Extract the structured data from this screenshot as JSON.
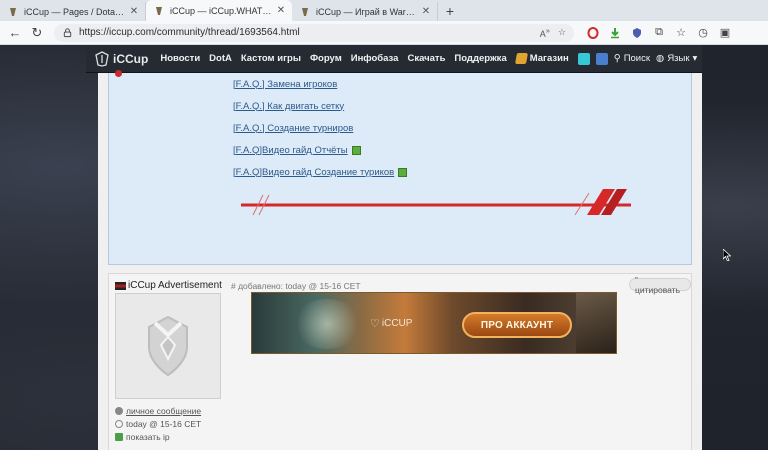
{
  "browser": {
    "tabs": [
      {
        "title": "iCCup — Pages / Dota Staff",
        "active": false
      },
      {
        "title": "iCCup — iCCup.WHATSAPP",
        "active": true
      },
      {
        "title": "iCCup — Играй в WarCraft III, Cu",
        "active": false
      }
    ],
    "url": "https://iccup.com/community/thread/1693564.html"
  },
  "site_nav": {
    "logo": "iCCup",
    "links": [
      "Новости",
      "DotA",
      "Кастом игры",
      "Форум",
      "Инфобаза",
      "Скачать",
      "Поддержка"
    ],
    "shop": "Магазин",
    "search": "Поиск",
    "lang": "Язык"
  },
  "faq": {
    "links": [
      {
        "text": "[F.A.Q.] Замена игроков",
        "download": false
      },
      {
        "text": "[F.A.Q.] Как двигать сетку",
        "download": false
      },
      {
        "text": "[F.A.Q.] Создание турниров",
        "download": false
      },
      {
        "text": "[F.A.Q]Видео гайд Отчёты",
        "download": true
      },
      {
        "text": "[F.A.Q]Видео гайд Создание туриков",
        "download": true
      }
    ]
  },
  "post": {
    "author": "iCCup Advertisement",
    "date": "# добавлено: today @ 15-16 CET",
    "quote": "” цитировать",
    "pm": "личное сообщение",
    "time": "today @ 15-16 CET",
    "ip": "показать ip",
    "banner_logo": "iCCUP",
    "banner_cta": "ПРО АККАУНТ"
  },
  "colors": {
    "nav_bg": "#262b33",
    "faq_bg": "#ddeaf7",
    "link": "#2d5a8c",
    "divider_red": "#d62828"
  }
}
